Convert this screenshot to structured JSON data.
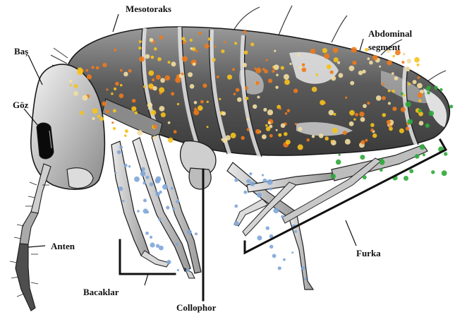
{
  "figure": {
    "labels": {
      "mesotoraks": "Mesotoraks",
      "bas": "Baş",
      "goz": "Göz",
      "abdominal_line1": "Abdominal",
      "abdominal_line2": "segment",
      "anten": "Anten",
      "furka": "Furka",
      "bacaklar": "Bacaklar",
      "collophor": "Collophor"
    },
    "colors": {
      "body": "#6f6f6f",
      "body_light": "#d9d9d9",
      "outline": "#1a1a1a",
      "dot_orange": "#f07a1a",
      "dot_yellow": "#f6c21c",
      "dot_cream": "#f3dea0",
      "dot_blue": "#7fa6d8",
      "dot_green": "#2fa83a"
    }
  }
}
